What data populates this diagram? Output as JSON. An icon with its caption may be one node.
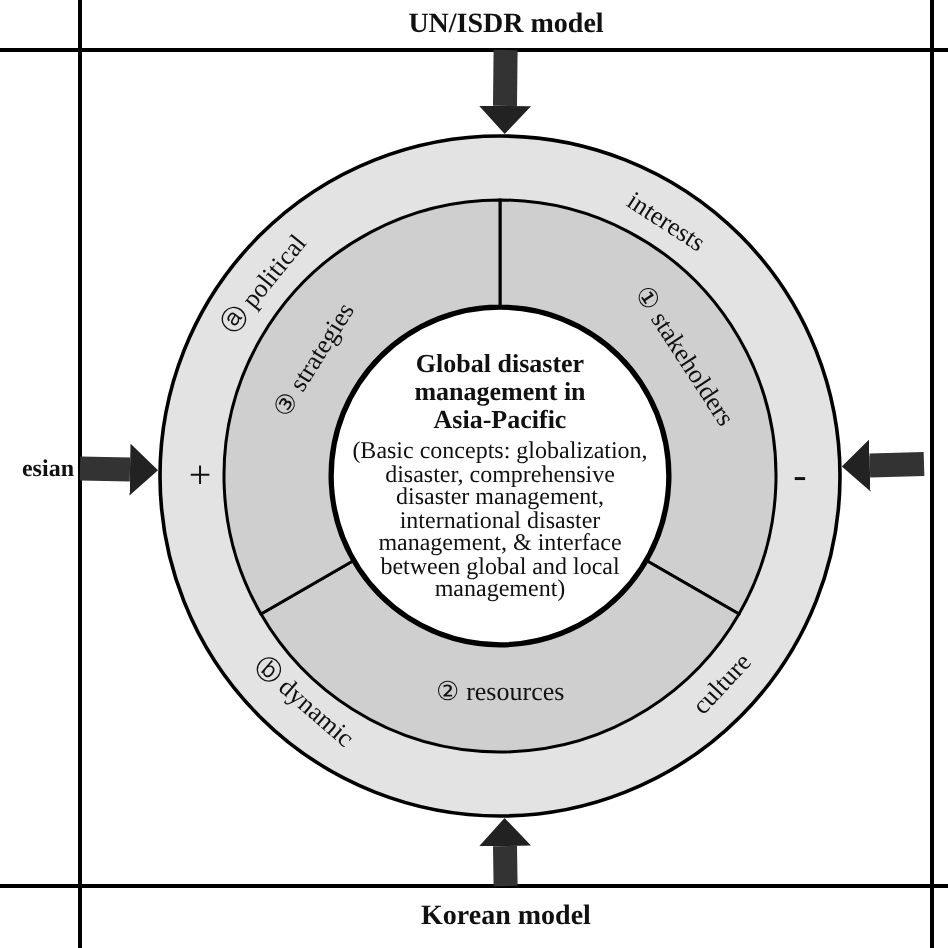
{
  "diagram": {
    "nodes": [
      {
        "text": [
          "UN/ISDR model"
        ]
      },
      {
        "text": [
          "esian"
        ]
      },
      {
        "text": [
          "ⓐ political",
          "interests",
          "+",
          "-",
          "ⓑ dynamic",
          "culture"
        ]
      },
      {
        "text": [
          "① stakeholders"
        ],
        "in": 2
      },
      {
        "text": [
          "② resources"
        ],
        "in": 2
      },
      {
        "text": [
          "③ strategies"
        ],
        "in": 2
      },
      {
        "text": [
          "Global disaster management in Asia-Pacific",
          "(Basic concepts: globalization, disaster, comprehensive disaster management, international disaster management, & interface between global and local management)"
        ],
        "in": 2
      },
      {
        "text": [
          "Korean model"
        ]
      }
    ],
    "edges": [
      {
        "from": 0,
        "to": 2,
        "arrow": "to"
      },
      {
        "from": 1,
        "to": 2,
        "arrow": "to"
      },
      {
        "from": null,
        "to": 2,
        "arrow": "to"
      },
      {
        "from": 7,
        "to": 2,
        "arrow": "to"
      }
    ]
  }
}
